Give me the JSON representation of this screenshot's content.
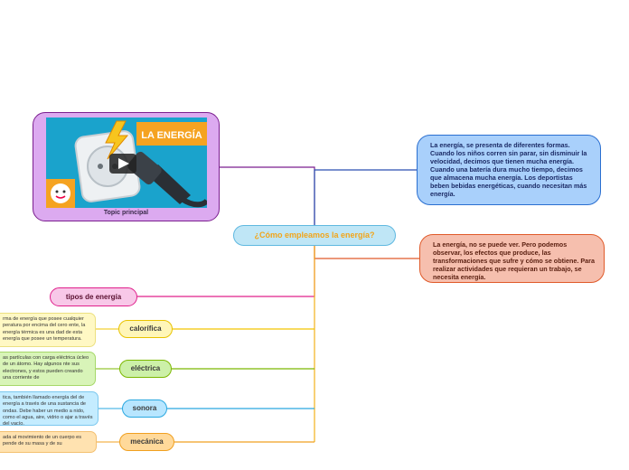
{
  "central": {
    "title": "¿Cómo empleamos la energía?"
  },
  "image_node": {
    "caption": "Topic principal",
    "image_title": "LA ENERGÍA",
    "icons": [
      "plug-icon",
      "socket-icon",
      "lightning-icon",
      "play-icon",
      "face-icon"
    ]
  },
  "right_nodes": [
    {
      "text": "La energía, se presenta de diferentes formas. Cuando los niños corren sin parar, sin disminuir la velocidad, decimos que tienen mucha energía. Cuando una batería dura mucho tiempo, decimos que almacena mucha energía. Los deportistas beben bebidas energéticas, cuando necesitan más energía."
    },
    {
      "text": "La energía, no se puede ver. Pero podemos observar, los efectos que produce, las transformaciones que sufre y cómo se obtiene. Para realizar actividades que requieran un trabajo, se necesita energía."
    }
  ],
  "types_node": {
    "label": "tipos de energía"
  },
  "types": [
    {
      "label": "calorífica",
      "desc": "rma de energía que posee cualquier peratura por encima del cero ente, la energía térmica es una dad de esta energía que posee un temperatura."
    },
    {
      "label": "eléctrica",
      "desc": "as partículas con carga eléctrica úcleo de un átomo. Hay algunos nte sus electrones, y estos pueden creando una corriente de"
    },
    {
      "label": "sonora",
      "desc": "tica, también llamado energía del de energía a través de una sustancia de ondas. Debe haber un medio a nido, como el agua, aire, vidrio o ajar a través del vacío."
    },
    {
      "label": "mecánica",
      "desc": "ada al movimiento de un cuerpo es pende de su masa y de su"
    }
  ],
  "colors": {
    "image_branch": "#7b1f8f",
    "blue_branch": "#2a4fb0",
    "salmon_branch": "#e05a2a",
    "pink_branch": "#e0208c",
    "trunk": "#f2b21a",
    "green_branch": "#7cb800",
    "sky_branch": "#2aa8e0",
    "orange_branch": "#f0a020"
  }
}
